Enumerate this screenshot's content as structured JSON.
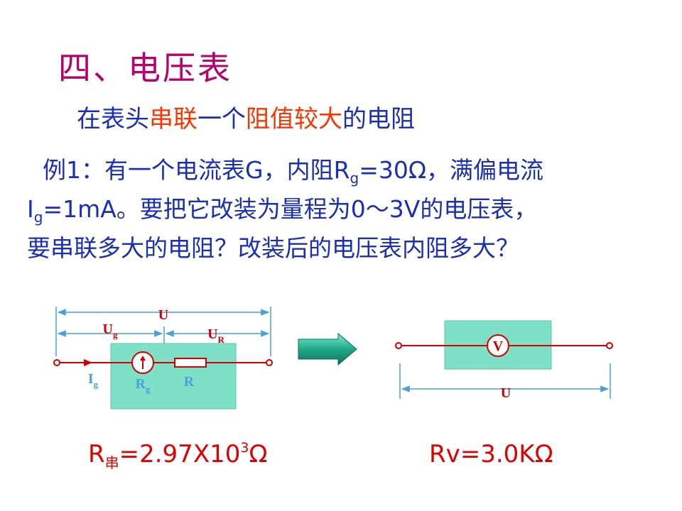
{
  "title": "四、电压表",
  "subtitle": {
    "part1": "在表头",
    "part2": "串联",
    "part3": "一个",
    "part4": "阻值较大",
    "part5": "的电阻"
  },
  "problem": {
    "line1_a": "例1：有一个电流表G，内阻R",
    "line1_sub": "g",
    "line1_b": "=30Ω，满偏电流",
    "line2_a": "I",
    "line2_sub": "g",
    "line2_b": "=1mA。要把它改装为量程为0～3V的电压表，",
    "line3": "要串联多大的电阻？改装后的电压表内阻多大？"
  },
  "circuit_left": {
    "U": "U",
    "Ug": "U",
    "Ug_sub": "g",
    "UR": "U",
    "UR_sub": "R",
    "Ig": "I",
    "Ig_sub": "g",
    "Rg": "R",
    "Rg_sub": "g",
    "R": "R"
  },
  "circuit_right": {
    "V": "V",
    "U": "U"
  },
  "results": {
    "left_a": "R",
    "left_sub": "串",
    "left_b": "=2.97X10",
    "left_sup": "3",
    "left_c": "Ω",
    "right": "Rv=3.0KΩ"
  },
  "colors": {
    "title": "#b5006e",
    "text": "#1a2fb8",
    "highlight": "#ff3300",
    "wire": "#d40000",
    "box": "#7fe0c8",
    "dim": "#4aa0d8",
    "arrow": "#1fa98a"
  }
}
